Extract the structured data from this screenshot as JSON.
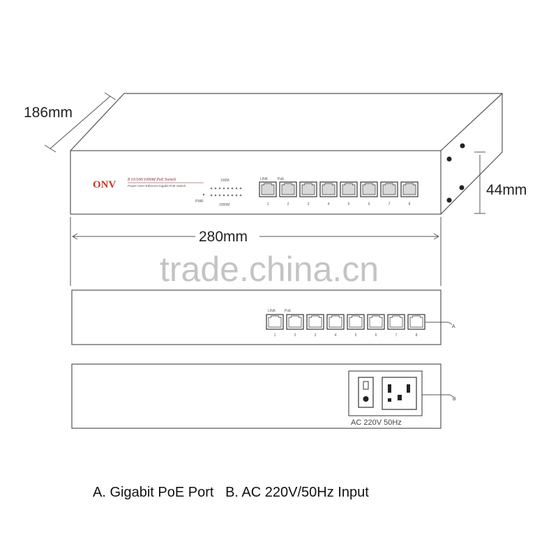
{
  "dimensions": {
    "depth": "186mm",
    "height": "44mm",
    "width": "280mm"
  },
  "front_panel": {
    "brand": "ONV",
    "title": "8 10/100/1000M PoE Switch",
    "subtitle": "Power Over Ethernet Gigabit PoE Switch",
    "led_top_label": "100M",
    "led_bottom_label": "1000M",
    "pwr_label": "PWR",
    "link_label": "LINK",
    "poe_label": "PoE",
    "port_numbers": [
      "1",
      "2",
      "3",
      "4",
      "5",
      "6",
      "7",
      "8"
    ]
  },
  "front_view": {
    "link_label": "LINK",
    "poe_label": "PoE",
    "port_numbers": [
      "1",
      "2",
      "3",
      "4",
      "5",
      "6",
      "7",
      "8"
    ],
    "callout": "A"
  },
  "rear_view": {
    "power_label": "AC  220V  50Hz",
    "callout": "B"
  },
  "watermark": "trade.china.cn",
  "caption": "A. Gigabit PoE Port   B. AC 220V/50Hz Input"
}
